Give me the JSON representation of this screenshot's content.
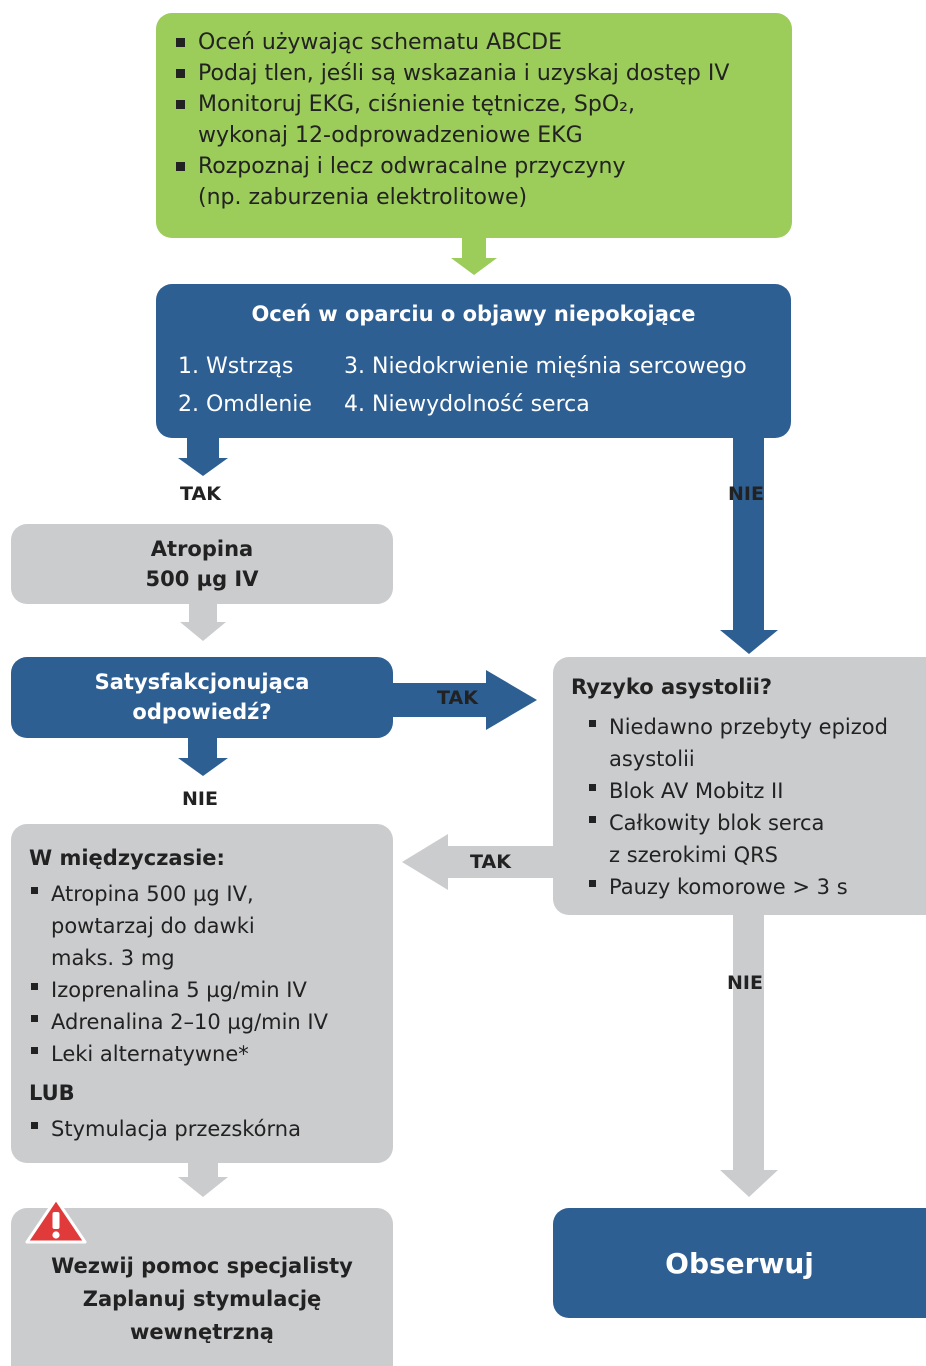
{
  "assessment": {
    "bullets": [
      "Oceń używając schematu ABCDE",
      "Podaj tlen, jeśli są wskazania i uzyskaj dostęp IV",
      "Monitoruj EKG, ciśnienie tętnicze, SpO₂,",
      "wykonaj 12-odprowadzeniowe EKG",
      "Rozpoznaj i lecz odwracalne przyczyny",
      "(np. zaburzenia elektrolitowe)"
    ]
  },
  "adverse": {
    "title": "Oceń w oparciu o objawy niepokojące",
    "items": [
      "1. Wstrząs",
      "2. Omdlenie",
      "3. Niedokrwienie mięśnia sercowego",
      "4. Niewydolność serca"
    ]
  },
  "labels": {
    "yes": "TAK",
    "no": "NIE"
  },
  "atropine": {
    "line1": "Atropina",
    "line2": "500 µg IV"
  },
  "response": {
    "line1": "Satysfakcjonująca",
    "line2": "odpowiedź?"
  },
  "risk": {
    "title": "Ryzyko asystolii?",
    "items": [
      "Niedawno przebyty epizod",
      "asystolii",
      "Blok AV Mobitz II",
      "Całkowity blok serca",
      "z szerokimi QRS",
      "Pauzy komorowe > 3 s"
    ]
  },
  "interim": {
    "title": "W międzyczasie:",
    "items": [
      "Atropina 500 µg IV,",
      "powtarzaj do dawki",
      "maks. 3 mg",
      "Izoprenalina 5 µg/min IV",
      "Adrenalina 2–10 µg/min IV",
      "Leki alternatywne*"
    ],
    "or": "LUB",
    "last": "Stymulacja przezskórna"
  },
  "specialist": {
    "line1": "Wezwij pomoc specjalisty",
    "line2": "Zaplanuj stymulację",
    "line3": "wewnętrzną",
    "warning_icon": "warning-triangle-icon"
  },
  "observe": {
    "label": "Obserwuj"
  },
  "colors": {
    "green": "#9ccc5a",
    "blue": "#2e5f93",
    "grey": "#cbccce",
    "warning": "#e03a3a"
  }
}
